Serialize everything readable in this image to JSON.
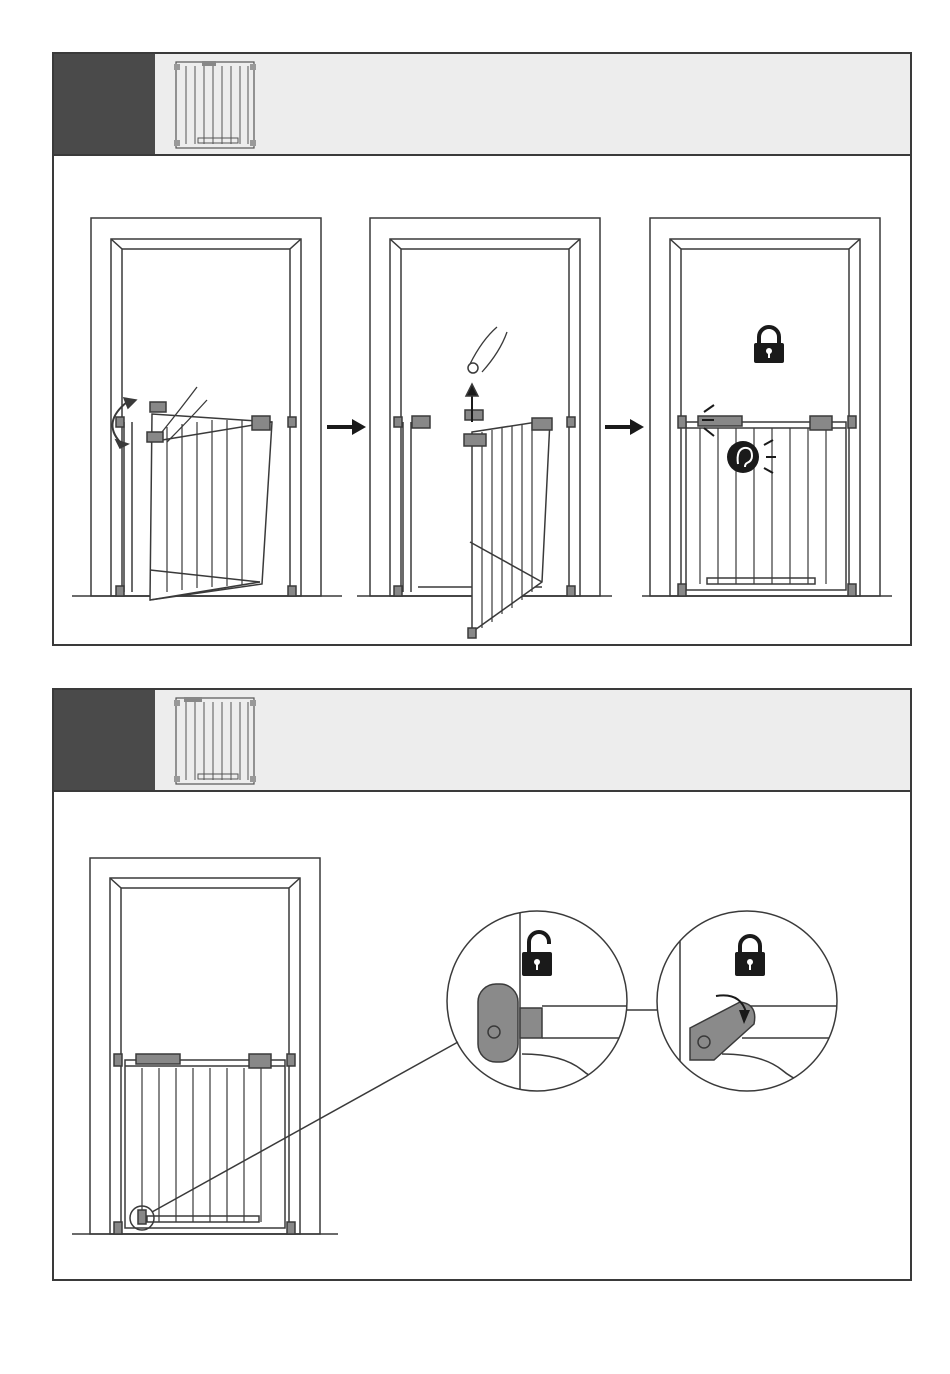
{
  "panels": [
    {
      "step_number": "",
      "images": [
        "gate-thumbnail",
        "open-gate",
        "close-gate",
        "gate-locked"
      ]
    },
    {
      "step_number": "",
      "images": [
        "gate-thumbnail",
        "door-frame-with-gate",
        "latch-unlocked-detail",
        "latch-locked-detail"
      ]
    }
  ],
  "icons": {
    "lock_closed": "padlock-closed-icon",
    "lock_open": "padlock-open-icon",
    "listen": "ear-click-icon",
    "arrow": "arrow-right-icon"
  },
  "colors": {
    "frame": "#3a3a3a",
    "header_bg": "#ededed",
    "step_box": "#4a4a4a",
    "latch_grey": "#8a8a8a"
  }
}
